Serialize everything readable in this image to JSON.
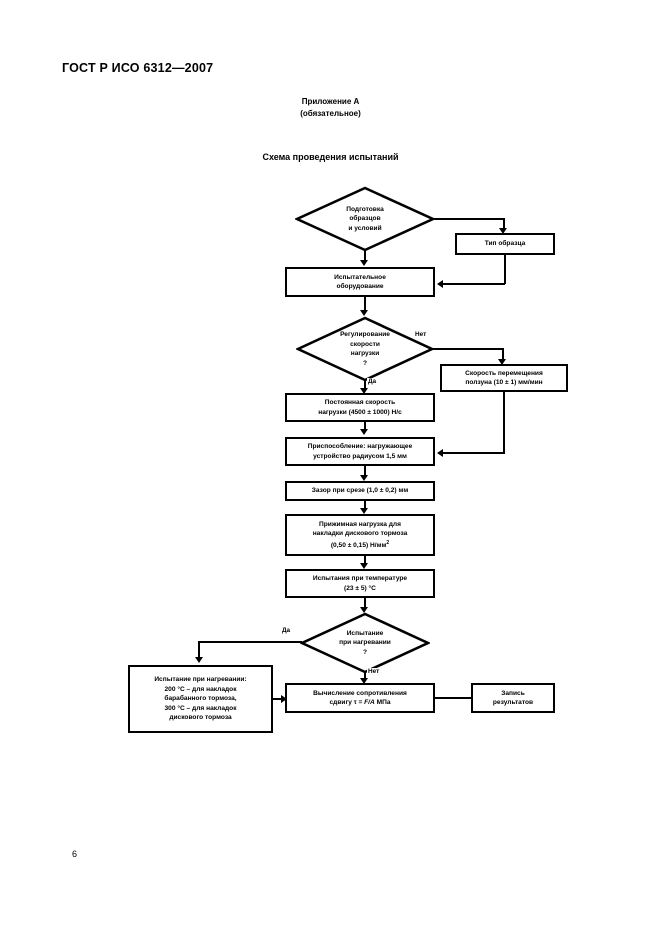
{
  "document": {
    "standard_header": "ГОСТ Р ИСО 6312—2007",
    "page_number": "6",
    "annex_line1": "Приложение А",
    "annex_line2": "(обязательное)",
    "scheme_title": "Схема проведения испытаний"
  },
  "flowchart": {
    "type": "process-flow-diagram",
    "nodes": {
      "prep": {
        "shape": "decision",
        "lines": [
          "Подготовка",
          "образцов",
          "и условий"
        ]
      },
      "specimen_type": {
        "shape": "process",
        "lines": [
          "Тип образца"
        ]
      },
      "test_equipment": {
        "shape": "process",
        "lines": [
          "Испытательное",
          "оборудование"
        ]
      },
      "load_rate_control": {
        "shape": "decision",
        "lines": [
          "Регулирование",
          "скорости",
          "нагрузки",
          "?"
        ]
      },
      "slider_speed": {
        "shape": "process",
        "lines": [
          "Скорость перемещения",
          "ползуна (10 ± 1) мм/мин"
        ]
      },
      "constant_load_rate": {
        "shape": "process",
        "lines": [
          "Постоянная скорость",
          "нагрузки (4500 ± 1000) Н/с"
        ]
      },
      "fixture": {
        "shape": "process",
        "lines": [
          "Приспособление: нагружающее",
          "устройство радиусом 1,5 мм"
        ]
      },
      "shear_gap": {
        "shape": "process",
        "lines": [
          "Зазор при срезе (1,0 ± 0,2) мм"
        ]
      },
      "clamp_load": {
        "shape": "process",
        "lines": [
          "Прижимная нагрузка для",
          "накладки дискового тормоза",
          "(0,50 ± 0,15) Н/мм"
        ],
        "superscript": "2"
      },
      "test_temperature": {
        "shape": "process",
        "lines": [
          "Испытания при температуре",
          "(23 ± 5) °C"
        ]
      },
      "heated_test": {
        "shape": "decision",
        "lines": [
          "Испытание",
          "при нагревании",
          "?"
        ]
      },
      "heating_conditions": {
        "shape": "process",
        "lines": [
          "Испытание при нагревании:",
          "200 °C – для накладок",
          "барабанного тормоза,",
          "300 °C – для накладок",
          "дискового тормоза"
        ]
      },
      "shear_calculation": {
        "shape": "process",
        "lines": [
          "Вычисление сопротивления",
          "сдвигу τ = "
        ],
        "formula_italic": "F/A",
        "lines_tail": " МПа"
      },
      "record_results": {
        "shape": "process",
        "lines": [
          "Запись",
          "результатов"
        ]
      }
    },
    "edge_labels": {
      "load_rate_no": "Нет",
      "load_rate_yes": "Да",
      "heated_yes": "Да",
      "heated_no": "Нет"
    }
  }
}
